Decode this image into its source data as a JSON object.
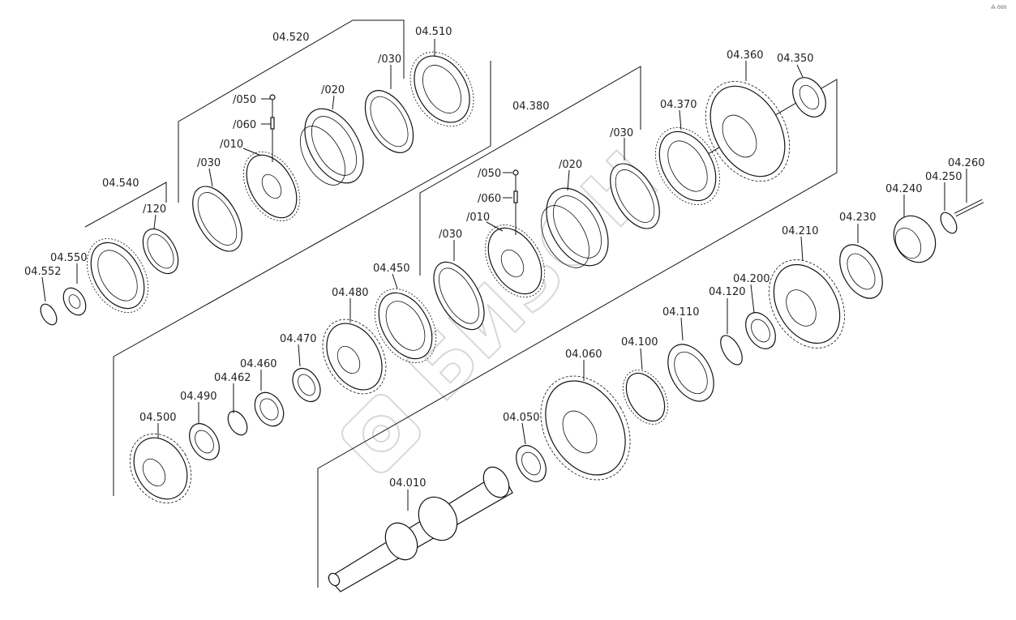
{
  "corner_mark": "⁂ 000",
  "watermark": "БИЗОН",
  "groups": {
    "g04520": "04.520",
    "g04380": "04.380"
  },
  "labels": {
    "l04510": "04.510",
    "l04520_030": "/030",
    "l04520_020": "/020",
    "l04520_050": "/050",
    "l04520_060": "/060",
    "l04520_010": "/010",
    "l04520_030b": "/030",
    "l04540": "04.540",
    "l04540_120": "/120",
    "l04550": "04.550",
    "l04552": "04.552",
    "l04380_050": "/050",
    "l04380_060": "/060",
    "l04380_010": "/010",
    "l04380_030a": "/030",
    "l04380_020": "/020",
    "l04380_030b": "/030",
    "l04370": "04.370",
    "l04360": "04.360",
    "l04350": "04.350",
    "l04450": "04.450",
    "l04480": "04.480",
    "l04470": "04.470",
    "l04460": "04.460",
    "l04462": "04.462",
    "l04490": "04.490",
    "l04500": "04.500",
    "l04260": "04.260",
    "l04250": "04.250",
    "l04240": "04.240",
    "l04230": "04.230",
    "l04210": "04.210",
    "l04200": "04.200",
    "l04120": "04.120",
    "l04110": "04.110",
    "l04100": "04.100",
    "l04060": "04.060",
    "l04050": "04.050",
    "l04010": "04.010"
  }
}
